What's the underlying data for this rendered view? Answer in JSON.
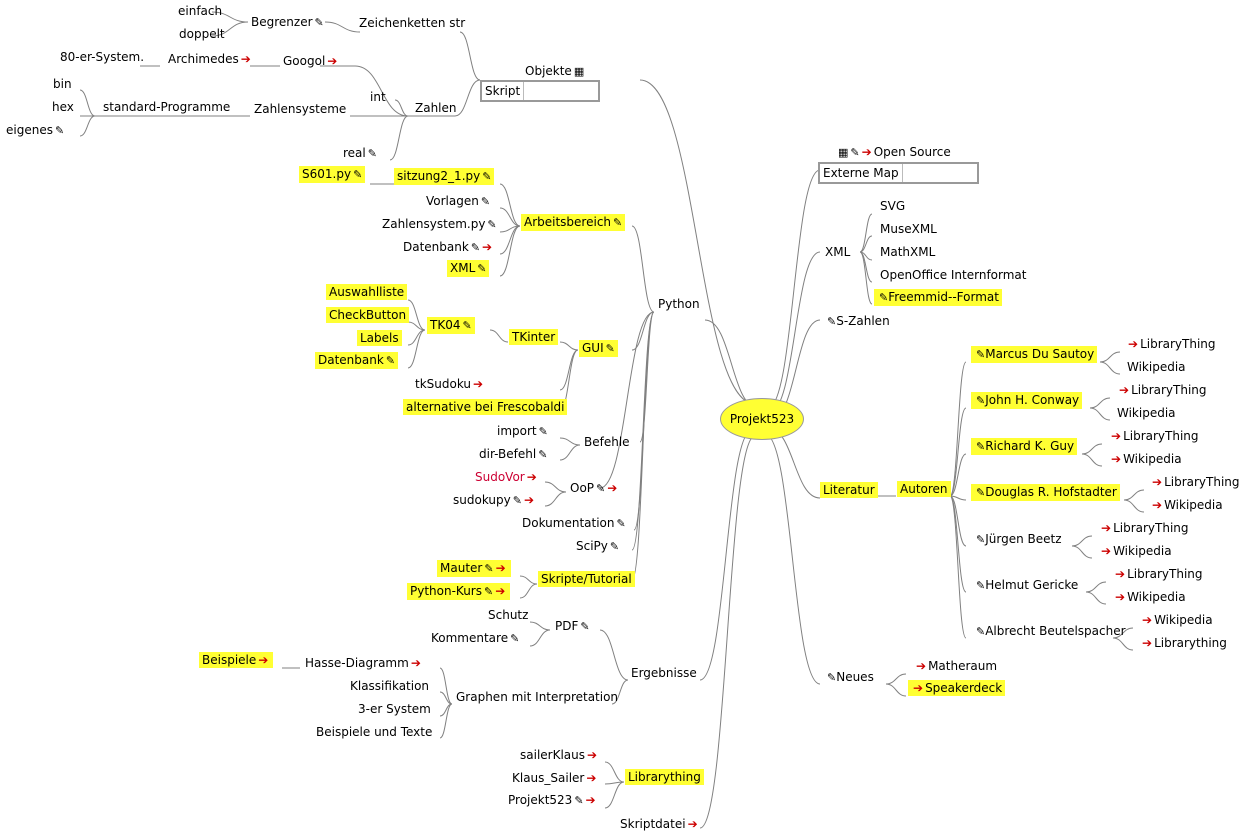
{
  "root": "Projekt523",
  "tables": {
    "objekte": {
      "title": "Objekte",
      "cell": "Skript"
    },
    "opensource": {
      "title": "Open Source",
      "cell": "Externe Map"
    }
  },
  "left": {
    "begrenzer": "Begrenzer",
    "einfach": "einfach",
    "doppelt": "doppelt",
    "zeichenketten": "Zeichenketten str",
    "achtzig": "80-er-System.",
    "archimedes": "Archimedes",
    "googol": "Googol",
    "int": "int",
    "bin": "bin",
    "hex": "hex",
    "eigenes": "eigenes",
    "standard": "standard-Programme",
    "zahlensysteme": "Zahlensysteme",
    "zahlen": "Zahlen",
    "real": "real",
    "s601": "S601.py",
    "sitzung": "sitzung2_1.py",
    "vorlagen": "Vorlagen",
    "zahlensystempy": "Zahlensystem.py",
    "datenbank1": "Datenbank",
    "xml1": "XML",
    "arbeitsbereich": "Arbeitsbereich",
    "python": "Python",
    "auswahlliste": "Auswahlliste",
    "checkbutton": "CheckButton",
    "labels": "Labels",
    "datenbank2": "Datenbank",
    "tk04": "TK04",
    "tkinter": "TKinter",
    "gui": "GUI",
    "tksudoku": "tkSudoku",
    "frescobaldi": "alternative bei Frescobaldi",
    "import": "import",
    "dirbefehl": "dir-Befehl",
    "befehle": "Befehle",
    "sudovor": "SudoVor",
    "oop": "OoP",
    "sudokupy": "sudokupy",
    "dokumentation": "Dokumentation",
    "scipy": "SciPy",
    "mauter": "Mauter",
    "pythonkurs": "Python-Kurs",
    "skripte": "Skripte/Tutorial",
    "schutz": "Schutz",
    "kommentare": "Kommentare",
    "pdf": "PDF",
    "beispiele": "Beispiele",
    "hasse": "Hasse-Diagramm",
    "klassifikation": "Klassifikation",
    "dreier": "3-er System",
    "beispieletexte": "Beispiele und Texte",
    "graphen": "Graphen mit Interpretation",
    "ergebnisse": "Ergebnisse",
    "sailerklaus": "sailerKlaus",
    "klaussailer": "Klaus_Sailer",
    "projekt523b": "Projekt523",
    "librarything": "Librarything",
    "skriptdatei": "Skriptdatei"
  },
  "right": {
    "xml": "XML",
    "svg": "SVG",
    "musexml": "MuseXML",
    "mathxml": "MathXML",
    "openoffice": "OpenOffice Internformat",
    "freemmid": "Freemmid--Format",
    "szahlen": "S-Zahlen",
    "literatur": "Literatur",
    "autoren": "Autoren",
    "sautoy": "Marcus Du Sautoy",
    "conway": "John H. Conway",
    "guy": "Richard K. Guy",
    "hofstadter": "Douglas R. Hofstadter",
    "beetz": "Jürgen Beetz",
    "gericke": "Helmut Gericke",
    "beutelspacher": "Albrecht Beutelspacher",
    "librarything": "LibraryThing",
    "wikipedia": "Wikipedia",
    "librarything_lc": "Librarything",
    "neues": "Neues",
    "matheraum": "Matheraum",
    "speakerdeck": "Speakerdeck"
  },
  "colors": {
    "highlight": "#ffff33",
    "link_arrow": "#cc0000",
    "red_text": "#cc0033",
    "edge": "#808080"
  },
  "icons": {
    "edit": "pencil-icon",
    "link": "arrow-icon",
    "table": "table-icon"
  }
}
